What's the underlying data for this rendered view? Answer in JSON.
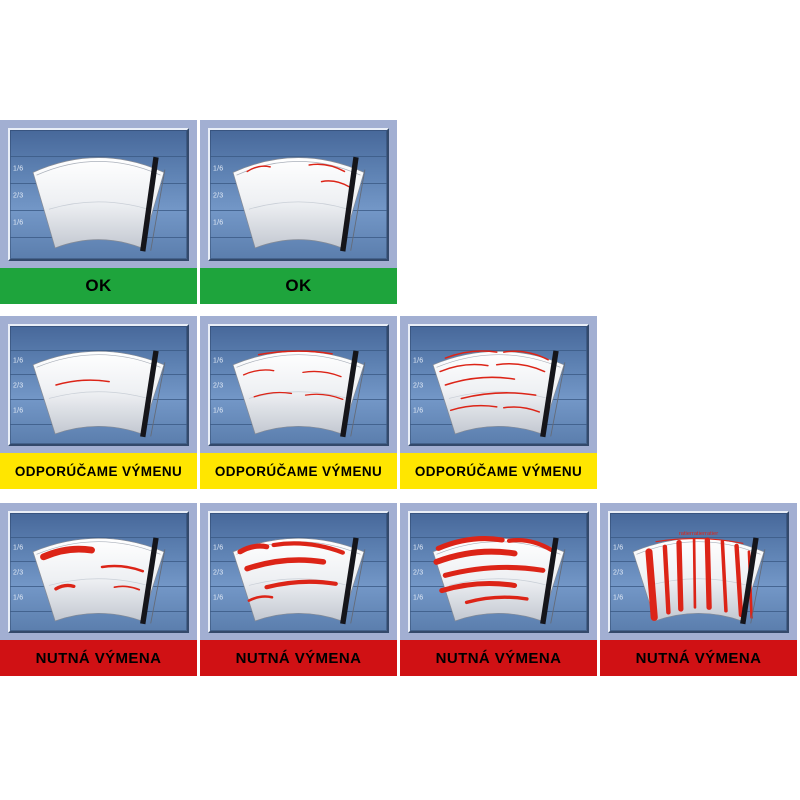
{
  "colors": {
    "page_bg": "#ffffff",
    "cell_bg": "#a2afd2",
    "screen_blue_top": "#47689a",
    "screen_blue_mid": "#7397c7",
    "screen_blue_bottom": "#5b7ead",
    "gridline_blue": "#3b5a85",
    "streak_red": "#dc2417",
    "blade_black": "#15151a",
    "ok_green": "#1ea43c",
    "warn_yellow": "#ffe600",
    "danger_red": "#d01114"
  },
  "scale_labels": [
    "1/6",
    "2/3",
    "1/6"
  ],
  "scale_positions": [
    30,
    51,
    72
  ],
  "gridlines": [
    20,
    41,
    62,
    83
  ],
  "statuses": {
    "ok": {
      "label": "OK",
      "color": "#1ea43c"
    },
    "recommend": {
      "label": "ODPORÚČAME VÝMENU",
      "color": "#ffe600"
    },
    "replace": {
      "label": "NUTNÁ VÝMENA",
      "color": "#d01114"
    }
  },
  "rows": [
    {
      "status": "ok",
      "panels": [
        {
          "streaks": []
        },
        {
          "streaks": [
            [
              42,
              45,
              68,
              40,
              1.6
            ],
            [
              112,
              38,
              152,
              45,
              1.6
            ],
            [
              126,
              56,
              158,
              62,
              1.6
            ]
          ]
        }
      ]
    },
    {
      "status": "recommend",
      "panels": [
        {
          "streaks": [
            [
              52,
              70,
              112,
              66,
              1.8
            ]
          ]
        },
        {
          "streaks": [
            [
              55,
              34,
              138,
              33,
              1.8
            ],
            [
              38,
              58,
              72,
              53,
              1.6
            ],
            [
              105,
              55,
              148,
              60,
              1.6
            ],
            [
              50,
              84,
              92,
              80,
              1.6
            ],
            [
              108,
              82,
              150,
              87,
              1.6
            ]
          ]
        },
        {
          "streaks": [
            [
              40,
              38,
              98,
              31,
              1.8
            ],
            [
              106,
              31,
              156,
              40,
              1.8
            ],
            [
              34,
              54,
              88,
              47,
              1.8
            ],
            [
              98,
              46,
              152,
              54,
              1.8
            ],
            [
              40,
              70,
              118,
              63,
              1.8
            ],
            [
              58,
              86,
              142,
              82,
              1.8
            ],
            [
              46,
              100,
              98,
              96,
              1.8
            ],
            [
              106,
              97,
              146,
              102,
              1.8
            ]
          ]
        }
      ]
    },
    {
      "status": "replace",
      "panels": [
        {
          "streaks": [
            [
              38,
              52,
              92,
              44,
              8
            ],
            [
              104,
              64,
              150,
              69,
              3
            ],
            [
              52,
              90,
              72,
              87,
              4
            ],
            [
              118,
              88,
              146,
              91,
              2
            ]
          ]
        },
        {
          "streaks": [
            [
              34,
              46,
              64,
              40,
              6
            ],
            [
              72,
              38,
              150,
              47,
              5
            ],
            [
              42,
              66,
              128,
              58,
              6.5
            ],
            [
              64,
              88,
              142,
              84,
              5
            ],
            [
              44,
              104,
              70,
              100,
              3
            ]
          ]
        },
        {
          "streaks": [
            [
              32,
              42,
              104,
              32,
              6
            ],
            [
              112,
              33,
              160,
              44,
              5
            ],
            [
              30,
              58,
              118,
              48,
              7
            ],
            [
              40,
              74,
              150,
              68,
              6
            ],
            [
              36,
              92,
              118,
              86,
              6
            ],
            [
              64,
              106,
              132,
              102,
              4
            ]
          ]
        },
        {
          "streaks": [
            [
              52,
              34,
              150,
              36,
              1.4
            ],
            [
              44,
              46,
              50,
              124,
              8
            ],
            [
              62,
              40,
              66,
              118,
              5
            ],
            [
              78,
              35,
              80,
              114,
              6
            ],
            [
              95,
              31,
              96,
              112,
              3
            ],
            [
              110,
              32,
              112,
              112,
              6
            ],
            [
              127,
              34,
              131,
              116,
              4
            ],
            [
              143,
              39,
              148,
              121,
              5
            ],
            [
              157,
              46,
              160,
              124,
              3
            ]
          ],
          "note": "ratierratierratier"
        }
      ]
    }
  ]
}
